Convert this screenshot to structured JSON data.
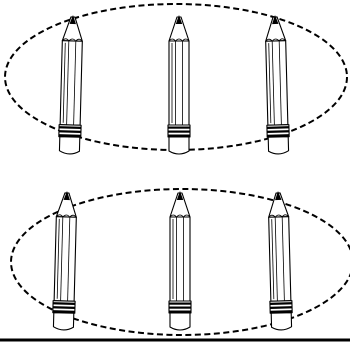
{
  "figure": {
    "description_hidden": "",
    "groups": [
      {
        "id": "group-1",
        "pencil_count": 3
      },
      {
        "id": "group-2",
        "pencil_count": 3
      }
    ],
    "colors": {
      "stroke": "#000000",
      "fill": "#ffffff"
    },
    "icons": [
      "pencil-icon"
    ]
  }
}
